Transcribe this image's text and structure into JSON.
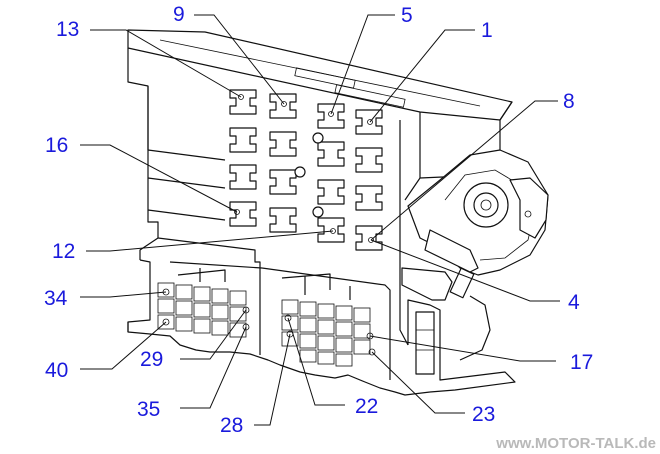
{
  "labels": {
    "l13": "13",
    "l9": "9",
    "l5": "5",
    "l1": "1",
    "l8": "8",
    "l16": "16",
    "l12": "12",
    "l34": "34",
    "l4": "4",
    "l40": "40",
    "l29": "29",
    "l17": "17",
    "l35": "35",
    "l22": "22",
    "l23": "23",
    "l28": "28"
  },
  "watermark": "www.MOTOR-TALK.de",
  "colors": {
    "label": "#1a1adc",
    "line": "#111111",
    "watermark": "#b9b9b9",
    "background": "#ffffff"
  }
}
